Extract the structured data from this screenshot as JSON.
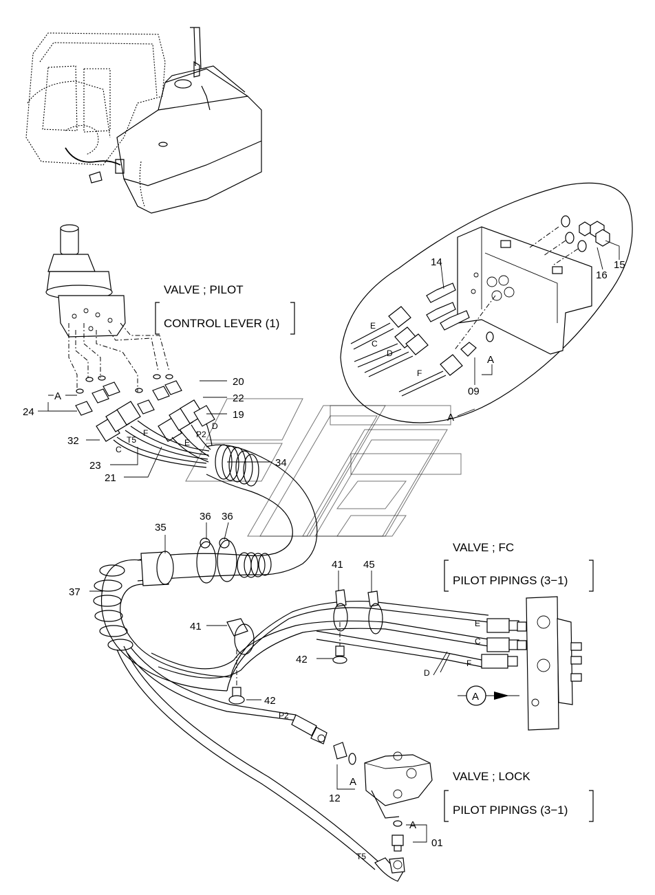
{
  "callouts": {
    "valve_pilot": {
      "line1": "VALVE ; PILOT",
      "line2": "CONTROL LEVER (1)"
    },
    "valve_fc": {
      "line1": "VALVE ; FC",
      "line2": "PILOT PIPINGS (3−1)"
    },
    "valve_lock": {
      "line1": "VALVE ; LOCK",
      "line2": "PILOT PIPINGS (3−1)"
    }
  },
  "part_numbers": {
    "p01": "01",
    "p09": "09",
    "p12": "12",
    "p14": "14",
    "p15": "15",
    "p16": "16",
    "p19": "19",
    "p20": "20",
    "p21": "21",
    "p22": "22",
    "p23": "23",
    "p24": "24",
    "p32": "32",
    "p34": "34",
    "p35": "35",
    "p36a": "36",
    "p36b": "36",
    "p37": "37",
    "p41a": "41",
    "p41b": "41",
    "p42a": "42",
    "p42b": "42",
    "p45": "45"
  },
  "line_letters": {
    "a_left": "A",
    "a_detail": "A",
    "a_detail_bottom": "A",
    "a_lock_top": "A",
    "a_lock_bottom": "A",
    "a_circle": "A",
    "c_left": "C",
    "t5_left": "T5",
    "f_left": "F",
    "e_left": "E",
    "p2_left": "P2",
    "d_left": "D",
    "e_detail": "E",
    "c_detail": "C",
    "d_detail": "D",
    "f_detail": "F",
    "e_fc": "E",
    "c_fc": "C",
    "f_fc": "F",
    "d_fc": "D",
    "p2_mid": "P2",
    "t5_bottom": "T5"
  }
}
